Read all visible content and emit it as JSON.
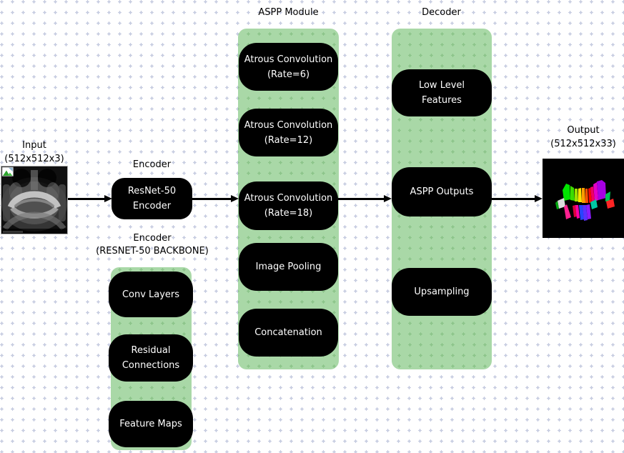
{
  "titles": {
    "input_line1": "Input",
    "input_line2": "(512x512x3)",
    "encoder_caption": "Encoder",
    "backbone_line1": "Encoder",
    "backbone_line2": "(RESNET-50 BACKBONE)",
    "aspp_caption": "ASPP Module",
    "decoder_caption": "Decoder",
    "output_line1": "Output",
    "output_line2": "(512x512x33)"
  },
  "encoder": {
    "block_label": "ResNet-50 Encoder"
  },
  "backbone": {
    "blocks": [
      "Conv Layers",
      "Residual Connections",
      "Feature Maps"
    ]
  },
  "aspp": {
    "blocks": [
      "Atrous Convolution (Rate=6)",
      "Atrous Convolution (Rate=12)",
      "Atrous Convolution (Rate=18)",
      "Image Pooling",
      "Concatenation"
    ]
  },
  "decoder": {
    "blocks": [
      "Low Level Features",
      "ASPP Outputs",
      "Upsampling"
    ]
  },
  "icons": {
    "input_thumbnail_icon": "image-placeholder-icon"
  },
  "colors": {
    "container_green": "#a9d8a7",
    "container_grid_green": "#8cc48a",
    "canvas_grid": "#c7cde1",
    "block_bg": "#000000",
    "block_text": "#ffffff",
    "arrow": "#000000"
  },
  "output_image": {
    "segment_colors": [
      "#00e400",
      "#3cdc00",
      "#a0e000",
      "#ffe400",
      "#ff9c00",
      "#ff5000",
      "#ff0800",
      "#f00064",
      "#e400c8",
      "#a800e4",
      "#00c454",
      "#ff2424",
      "#dcdcdc",
      "#00a810",
      "#ff2090",
      "#dc0040",
      "#ff00a8",
      "#2844ff",
      "#5c30ff",
      "#8c1cff",
      "#00c8a4"
    ]
  }
}
